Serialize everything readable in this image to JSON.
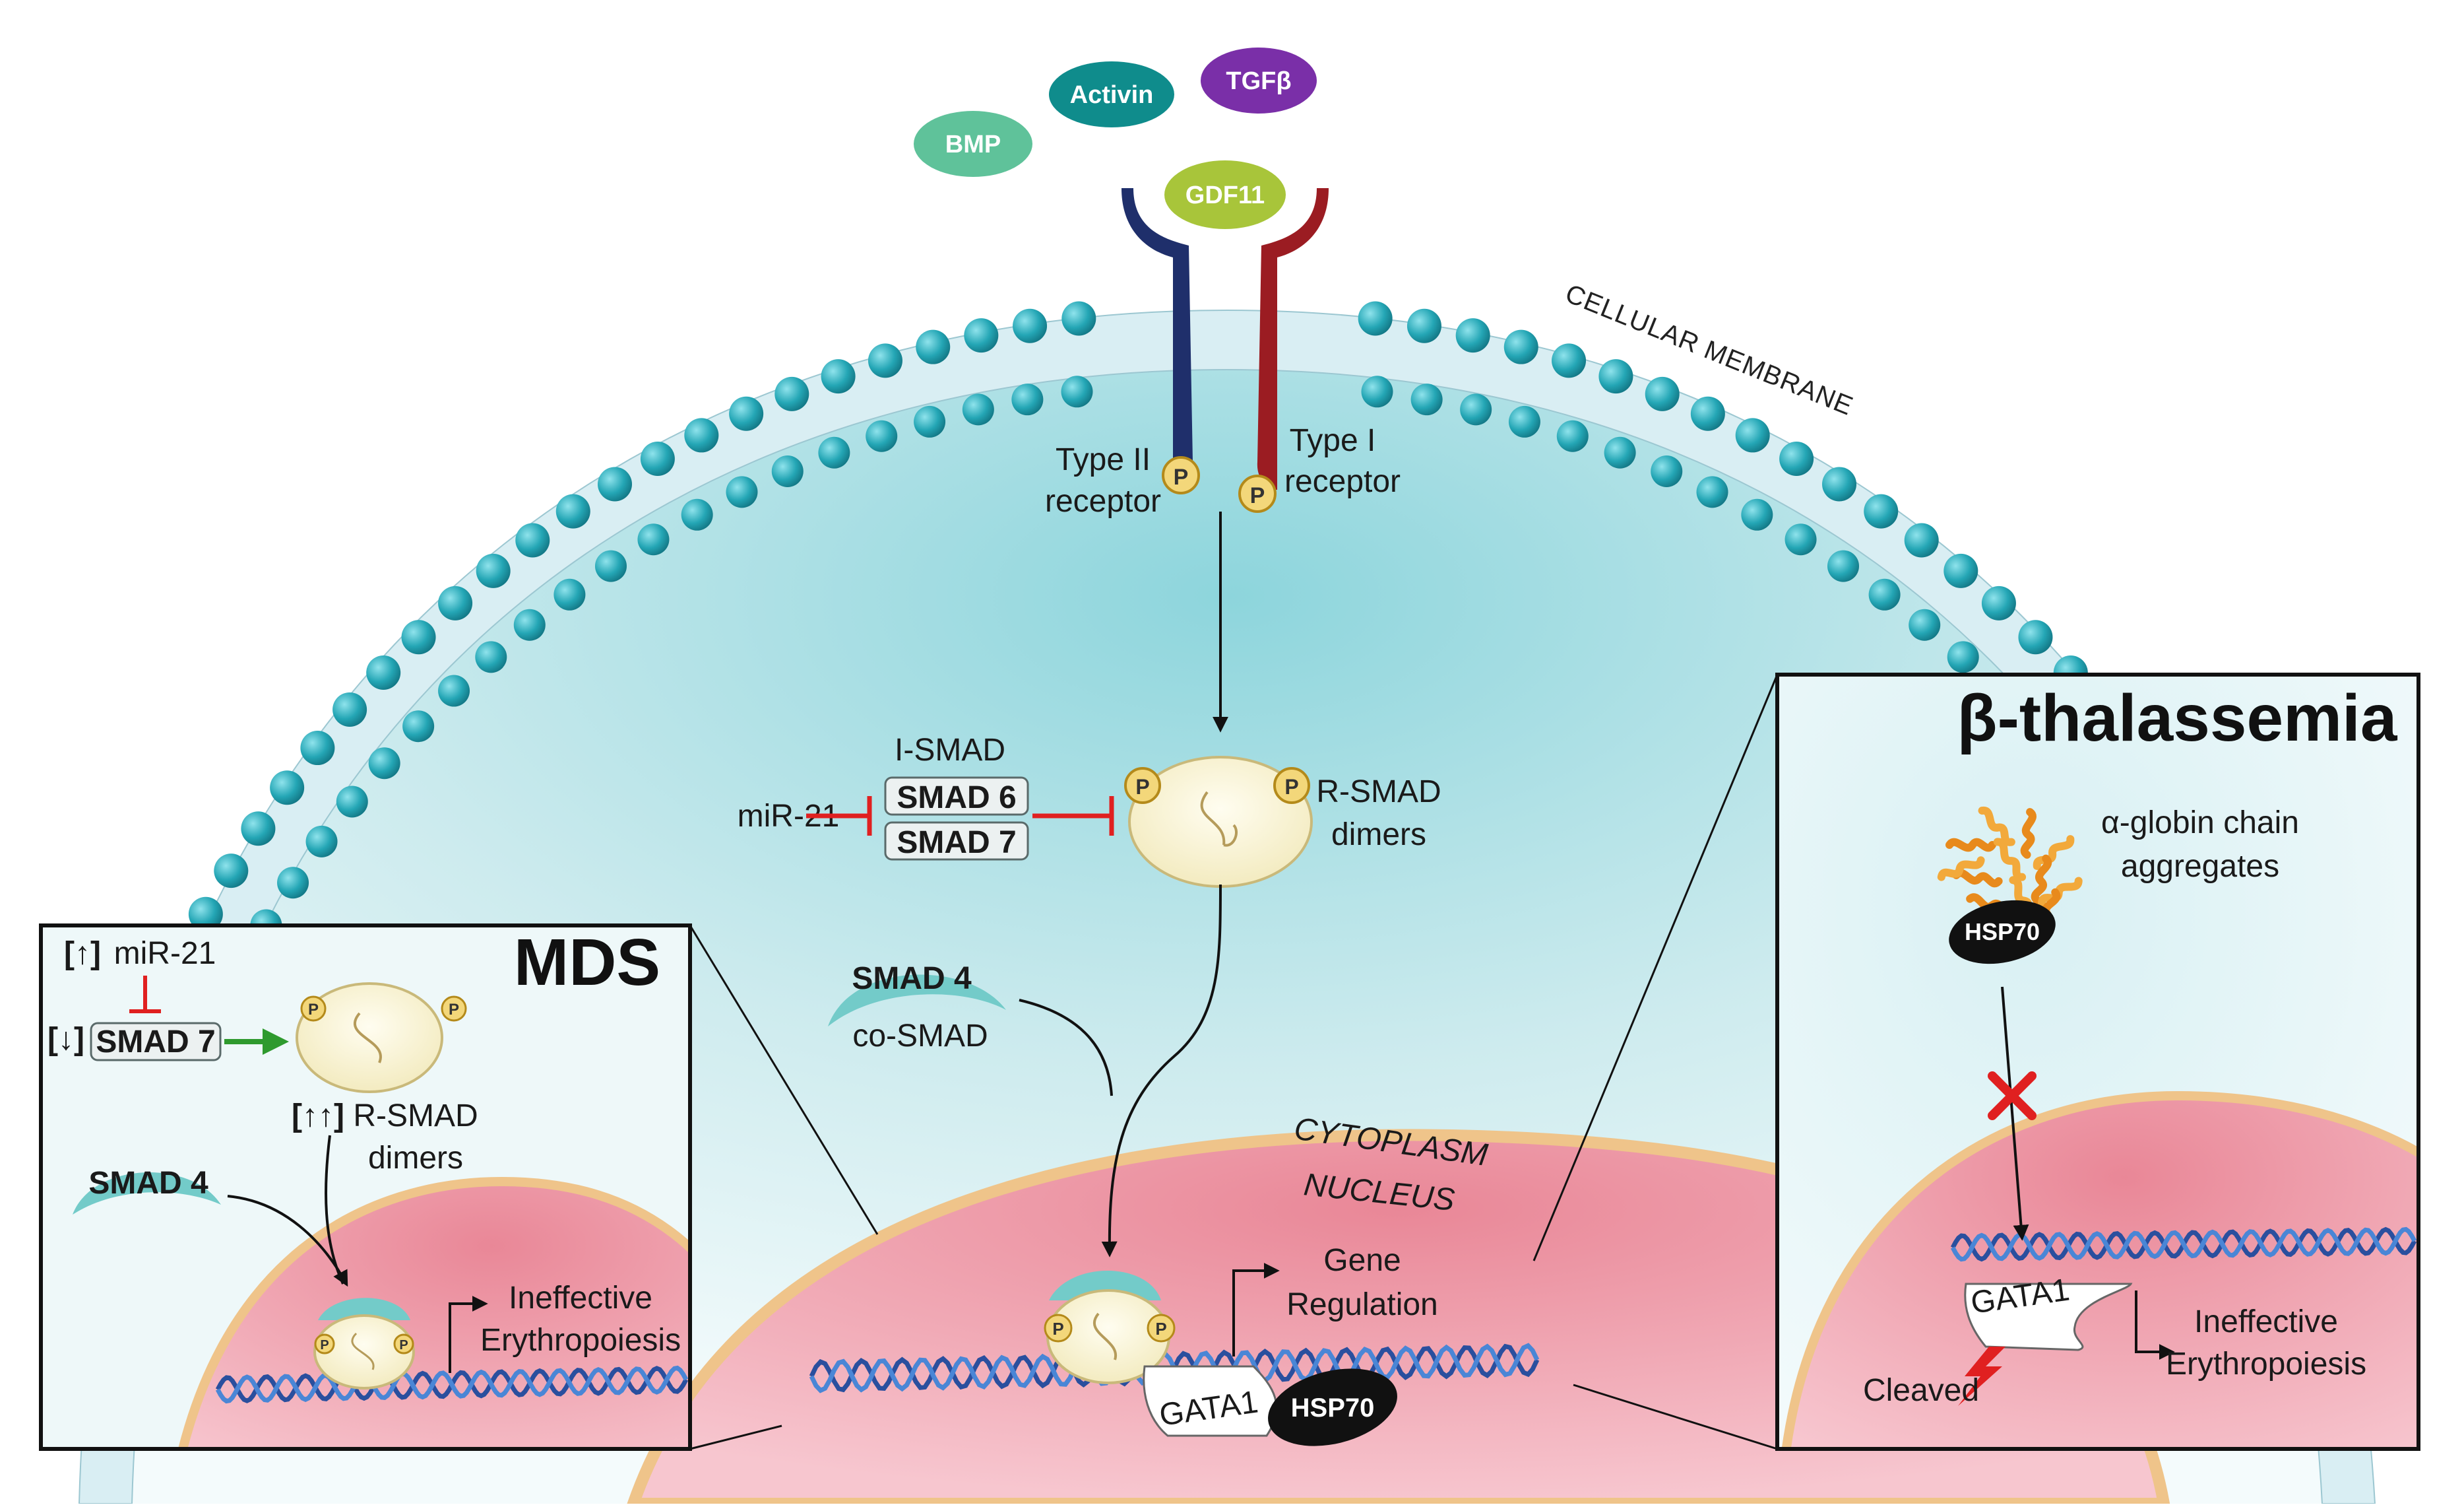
{
  "ligands": {
    "bmp": "BMP",
    "activin": "Activin",
    "tgfb": "TGFβ",
    "gdf11": "GDF11"
  },
  "labels": {
    "cellular_membrane": "CELLULAR MEMBRANE",
    "type2_line1": "Type II",
    "type2_line2": "receptor",
    "type1_line1": "Type I",
    "type1_line2": "receptor",
    "phospho": "P",
    "ismad": "I-SMAD",
    "smad6": "SMAD 6",
    "smad7": "SMAD 7",
    "mir21": "miR-21",
    "rsmad_line1": "R-SMAD",
    "rsmad_line2": "dimers",
    "smad4": "SMAD 4",
    "cosmad": "co-SMAD",
    "cytoplasm": "CYTOPLASM",
    "nucleus": "NUCLEUS",
    "gene_line1": "Gene",
    "gene_line2": "Regulation",
    "gata1": "GATA1",
    "hsp70": "HSP70"
  },
  "mds": {
    "title": "MDS",
    "up_marker": "[↑]",
    "down_marker": "[↓]",
    "upup_marker": "[↑↑]",
    "mir21": "miR-21",
    "smad7": "SMAD 7",
    "rsmad_line1": "R-SMAD",
    "rsmad_line2": "dimers",
    "smad4": "SMAD 4",
    "outcome_line1": "Ineffective",
    "outcome_line2": "Erythropoiesis"
  },
  "thal": {
    "title": "β-thalassemia",
    "aggregate_line1": "α-globin chain",
    "aggregate_line2": "aggregates",
    "hsp70": "HSP70",
    "gata1": "GATA1",
    "cleaved": "Cleaved",
    "outcome_line1": "Ineffective",
    "outcome_line2": "Erythropoiesis"
  },
  "colors": {
    "membrane_bead": "#2aa9b8",
    "cytoplasm": "#bfe5e9",
    "nucleus": "#f3b3bf",
    "nucleus_rim": "#efc48a",
    "type2_receptor": "#1f2f6b",
    "type1_receptor": "#9b1c22",
    "inhibit": "#e02020",
    "activate": "#2e9a2e",
    "bmp": "#5fc29a",
    "activin": "#0f8c8c",
    "tgfb": "#7a2fa8",
    "gdf11": "#a8c53a"
  }
}
